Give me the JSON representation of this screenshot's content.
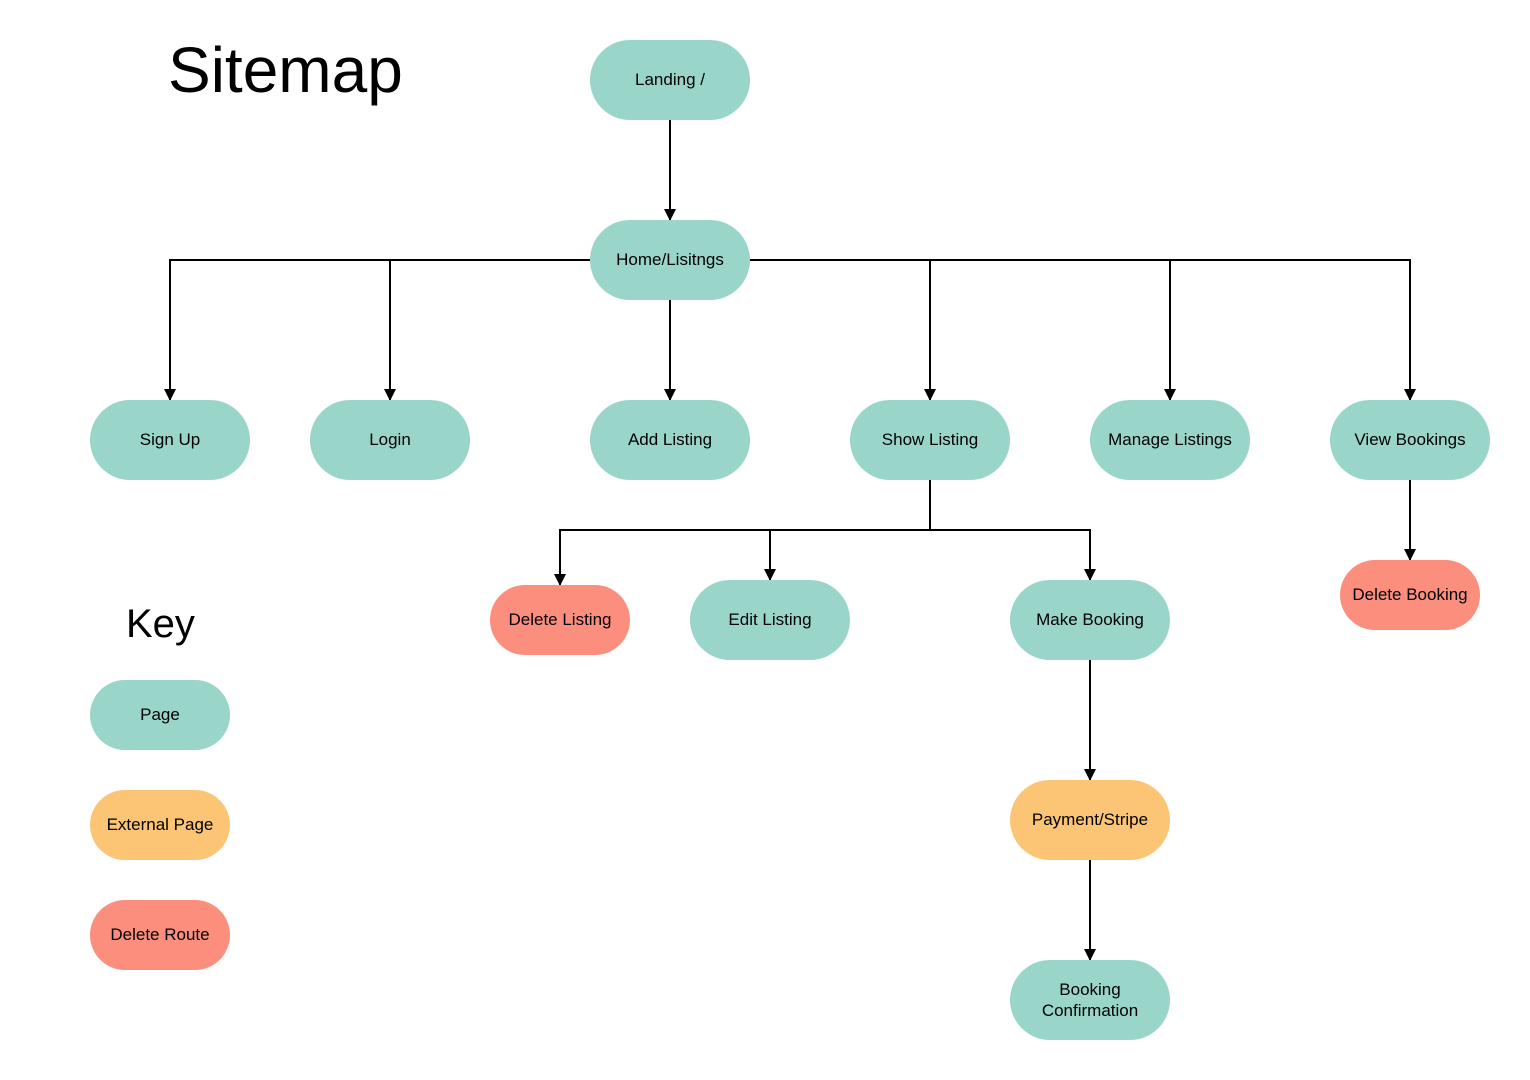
{
  "title": "Sitemap",
  "key": {
    "title": "Key",
    "items": [
      {
        "label": "Page",
        "type": "page"
      },
      {
        "label": "External Page",
        "type": "external"
      },
      {
        "label": "Delete Route",
        "type": "delete"
      }
    ]
  },
  "colors": {
    "page": "#9ad5ca",
    "external": "#fcc575",
    "delete": "#fc8e7e",
    "line": "#000000"
  },
  "nodes": {
    "landing": {
      "label": "Landing /",
      "type": "page"
    },
    "home": {
      "label": "Home/Lisitngs",
      "type": "page"
    },
    "signup": {
      "label": "Sign Up",
      "type": "page"
    },
    "login": {
      "label": "Login",
      "type": "page"
    },
    "add_listing": {
      "label": "Add Listing",
      "type": "page"
    },
    "show_listing": {
      "label": "Show Listing",
      "type": "page"
    },
    "manage_listings": {
      "label": "Manage Listings",
      "type": "page"
    },
    "view_bookings": {
      "label": "View Bookings",
      "type": "page"
    },
    "delete_listing": {
      "label": "Delete Listing",
      "type": "delete"
    },
    "edit_listing": {
      "label": "Edit Listing",
      "type": "page"
    },
    "make_booking": {
      "label": "Make Booking",
      "type": "page"
    },
    "delete_booking": {
      "label": "Delete Booking",
      "type": "delete"
    },
    "payment": {
      "label": "Payment/Stripe",
      "type": "external"
    },
    "confirmation": {
      "label": "Booking\nConfirmation",
      "type": "page"
    }
  },
  "edges": [
    [
      "landing",
      "home"
    ],
    [
      "home",
      "signup"
    ],
    [
      "home",
      "login"
    ],
    [
      "home",
      "add_listing"
    ],
    [
      "home",
      "show_listing"
    ],
    [
      "home",
      "manage_listings"
    ],
    [
      "home",
      "view_bookings"
    ],
    [
      "show_listing",
      "delete_listing"
    ],
    [
      "show_listing",
      "edit_listing"
    ],
    [
      "show_listing",
      "make_booking"
    ],
    [
      "view_bookings",
      "delete_booking"
    ],
    [
      "make_booking",
      "payment"
    ],
    [
      "payment",
      "confirmation"
    ]
  ]
}
